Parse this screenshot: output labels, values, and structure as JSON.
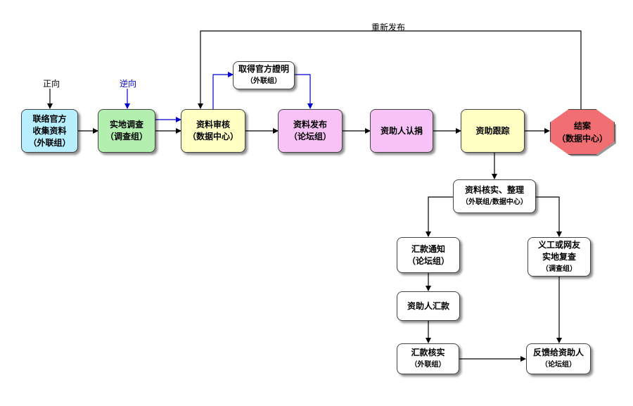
{
  "colors": {
    "cyan_box": "#b7efff",
    "green_box": "#b3f0b0",
    "yellow_box": "#ffffc4",
    "pink_box": "#f7c2f6",
    "red_octagon": "#f16f72",
    "white_box": "#ffffff",
    "blue_arrow": "#0000cc",
    "black_arrow": "#000000"
  },
  "labels": {
    "forward": "正向",
    "reverse": "逆向",
    "republish": "重新发布"
  },
  "nodes": {
    "collect": {
      "line1": "联络官方",
      "line2": "收集资料",
      "line3": "（外联组）"
    },
    "survey": {
      "line1": "实地调查",
      "line2": "（调查组）"
    },
    "review": {
      "line1": "资料审核",
      "line2": "（数据中心）"
    },
    "official_proof": {
      "line1": "取得官方證明",
      "line2": "（外联组）"
    },
    "publish": {
      "line1": "资料发布",
      "line2": "（论坛组）"
    },
    "sponsor_claim": {
      "line1": "资助人认捐"
    },
    "tracking": {
      "line1": "资助跟踪"
    },
    "close": {
      "line1": "结案",
      "line2": "（数据中心）"
    },
    "verify": {
      "line1": "资料核实、整理",
      "line2": "（外联组/数据中心）"
    },
    "remit_notice": {
      "line1": "汇款通知",
      "line2": "（论坛组）"
    },
    "volunteer_recheck": {
      "line1": "义工或网友",
      "line2": "实地复查",
      "line3": "（调查组）"
    },
    "sponsor_remit": {
      "line1": "资助人汇款"
    },
    "remit_verify": {
      "line1": "汇款核实",
      "line2": "（外联组）"
    },
    "feedback": {
      "line1": "反馈给资助人",
      "line2": "（论坛组）"
    }
  }
}
